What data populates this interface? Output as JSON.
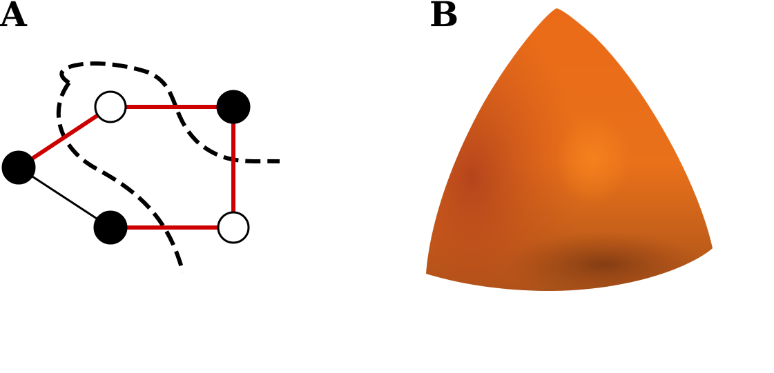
{
  "panels": [
    {
      "label": "A"
    },
    {
      "label": "B"
    }
  ],
  "graph": {
    "nodes": [
      {
        "id": "n1",
        "filled": true
      },
      {
        "id": "n2",
        "filled": false
      },
      {
        "id": "n3",
        "filled": true
      },
      {
        "id": "n4",
        "filled": true
      },
      {
        "id": "n5",
        "filled": false
      }
    ],
    "edges": [
      {
        "from": "n1",
        "to": "n2",
        "highlighted": true
      },
      {
        "from": "n2",
        "to": "n3",
        "highlighted": true
      },
      {
        "from": "n3",
        "to": "n5",
        "highlighted": true
      },
      {
        "from": "n4",
        "to": "n5",
        "highlighted": true
      },
      {
        "from": "n1",
        "to": "n4",
        "highlighted": false
      }
    ],
    "colors": {
      "highlight_edge": "#cc0000",
      "plain_edge": "#000000",
      "dashed_curve": "#000000"
    }
  },
  "surface": {
    "shape": "rounded-tetrahedron",
    "color": "#e9701a"
  }
}
